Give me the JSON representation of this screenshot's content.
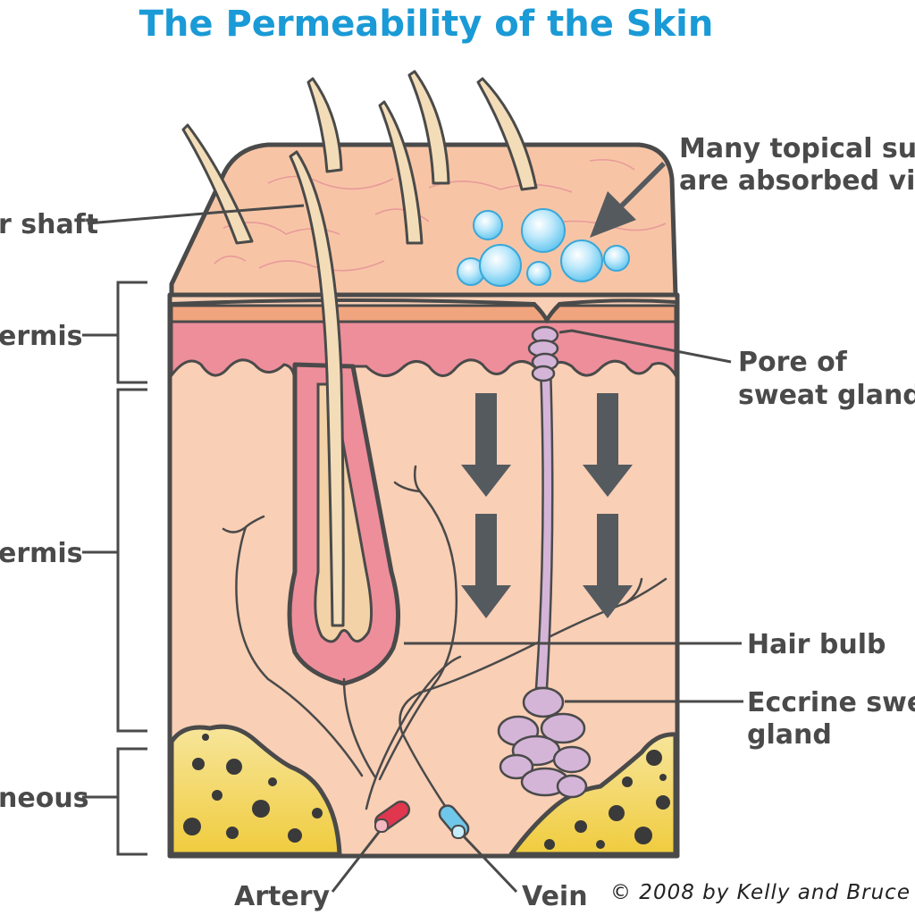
{
  "title": "The Permeability of the Skin",
  "labels": {
    "hair_shaft": "r shaft",
    "epidermis": "ermis",
    "dermis": "ermis",
    "subcutaneous": "neous",
    "many_topical_line1": "Many topical sul",
    "many_topical_line2": "are absorbed via",
    "pore_line1": "Pore of",
    "pore_line2": "sweat gland",
    "hair_bulb": "Hair bulb",
    "eccrine_line1": "Eccrine swe",
    "eccrine_line2": "gland",
    "artery": "Artery",
    "vein": "Vein"
  },
  "copyright": "© 2008 by Kelly and Bruce",
  "colors": {
    "title": "#1a9ad6",
    "label": "#4a4a4a",
    "skin_surface": "#f7c5a6",
    "epidermis_band": "#f0a57e",
    "epidermis_pink": "#ee8e9b",
    "dermis": "#f9cfb5",
    "fat": "#f2d574",
    "sweat_gland": "#d4b5d8",
    "hair": "#f3ddb8",
    "artery": "#e0374f",
    "vein": "#6fc7ea",
    "arrows": "#555a5f"
  }
}
